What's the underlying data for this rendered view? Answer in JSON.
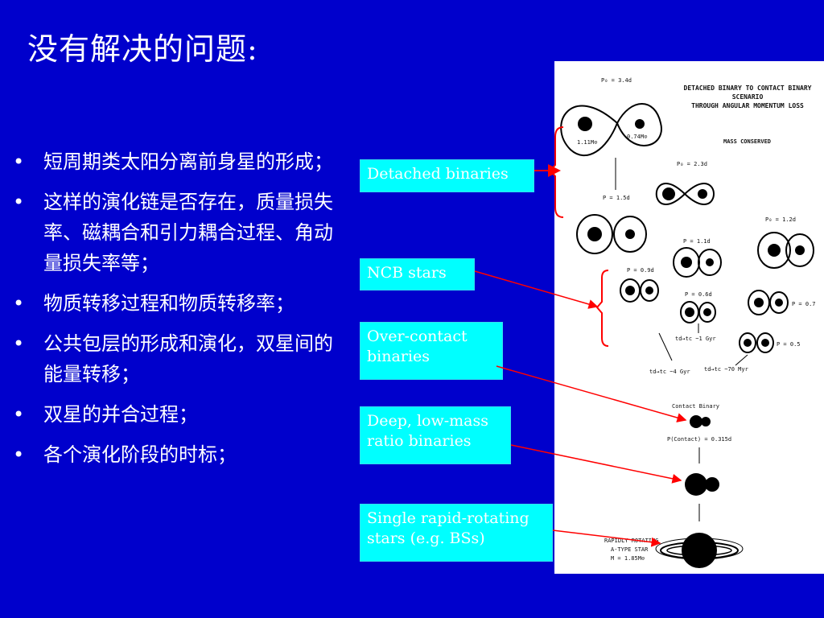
{
  "slide": {
    "title": "没有解决的问题:",
    "bullets": [
      "短周期类太阳分离前身星的形成；",
      "这样的演化链是否存在，质量损失率、磁耦合和引力耦合过程、角动量损失率等；",
      "物质转移过程和物质转移率；",
      "公共包层的形成和演化，双星间的能量转移；",
      "双星的并合过程；",
      "各个演化阶段的时标；"
    ],
    "bullet_symbol": "•"
  },
  "labels": {
    "detached": "Detached binaries",
    "ncb": "NCB stars",
    "overcontact": "Over-contact binaries",
    "deep": "Deep, low-mass ratio binaries",
    "single": "Single rapid-rotating stars (e.g. BSs)"
  },
  "figure": {
    "title_line1": "DETACHED BINARY TO CONTACT BINARY SCENARIO",
    "title_line2": "THROUGH ANGULAR MOMENTUM LOSS",
    "subtitle": "MASS CONSERVED",
    "p0_a": "P₀ = 3.4d",
    "mass_a1": "1.11M⊙",
    "mass_a2": "0.74M⊙",
    "p0_b": "P₀ = 2.3d",
    "p_15": "P = 1.5d",
    "p0_c": "P₀ = 1.2d",
    "p_11": "P = 1.1d",
    "p_09": "P = 0.9d",
    "p_06": "P = 0.6d",
    "p_07": "P = 0.7",
    "p_05": "P = 0.5",
    "t1": "td→tc ~1 Gyr",
    "t2": "td→tc ~4 Gyr",
    "t3": "td→tc ~70 Myr",
    "contact": "Contact Binary",
    "p_contact": "P(Contact) = 0.315d",
    "star_l1": "RAPIDLY ROTATING",
    "star_l2": "A-TYPE STAR",
    "star_l3": "M = 1.85M⊙"
  },
  "colors": {
    "background": "#0000cc",
    "box": "#00ffff",
    "arrow": "#ff0000",
    "panel": "#ffffff"
  }
}
